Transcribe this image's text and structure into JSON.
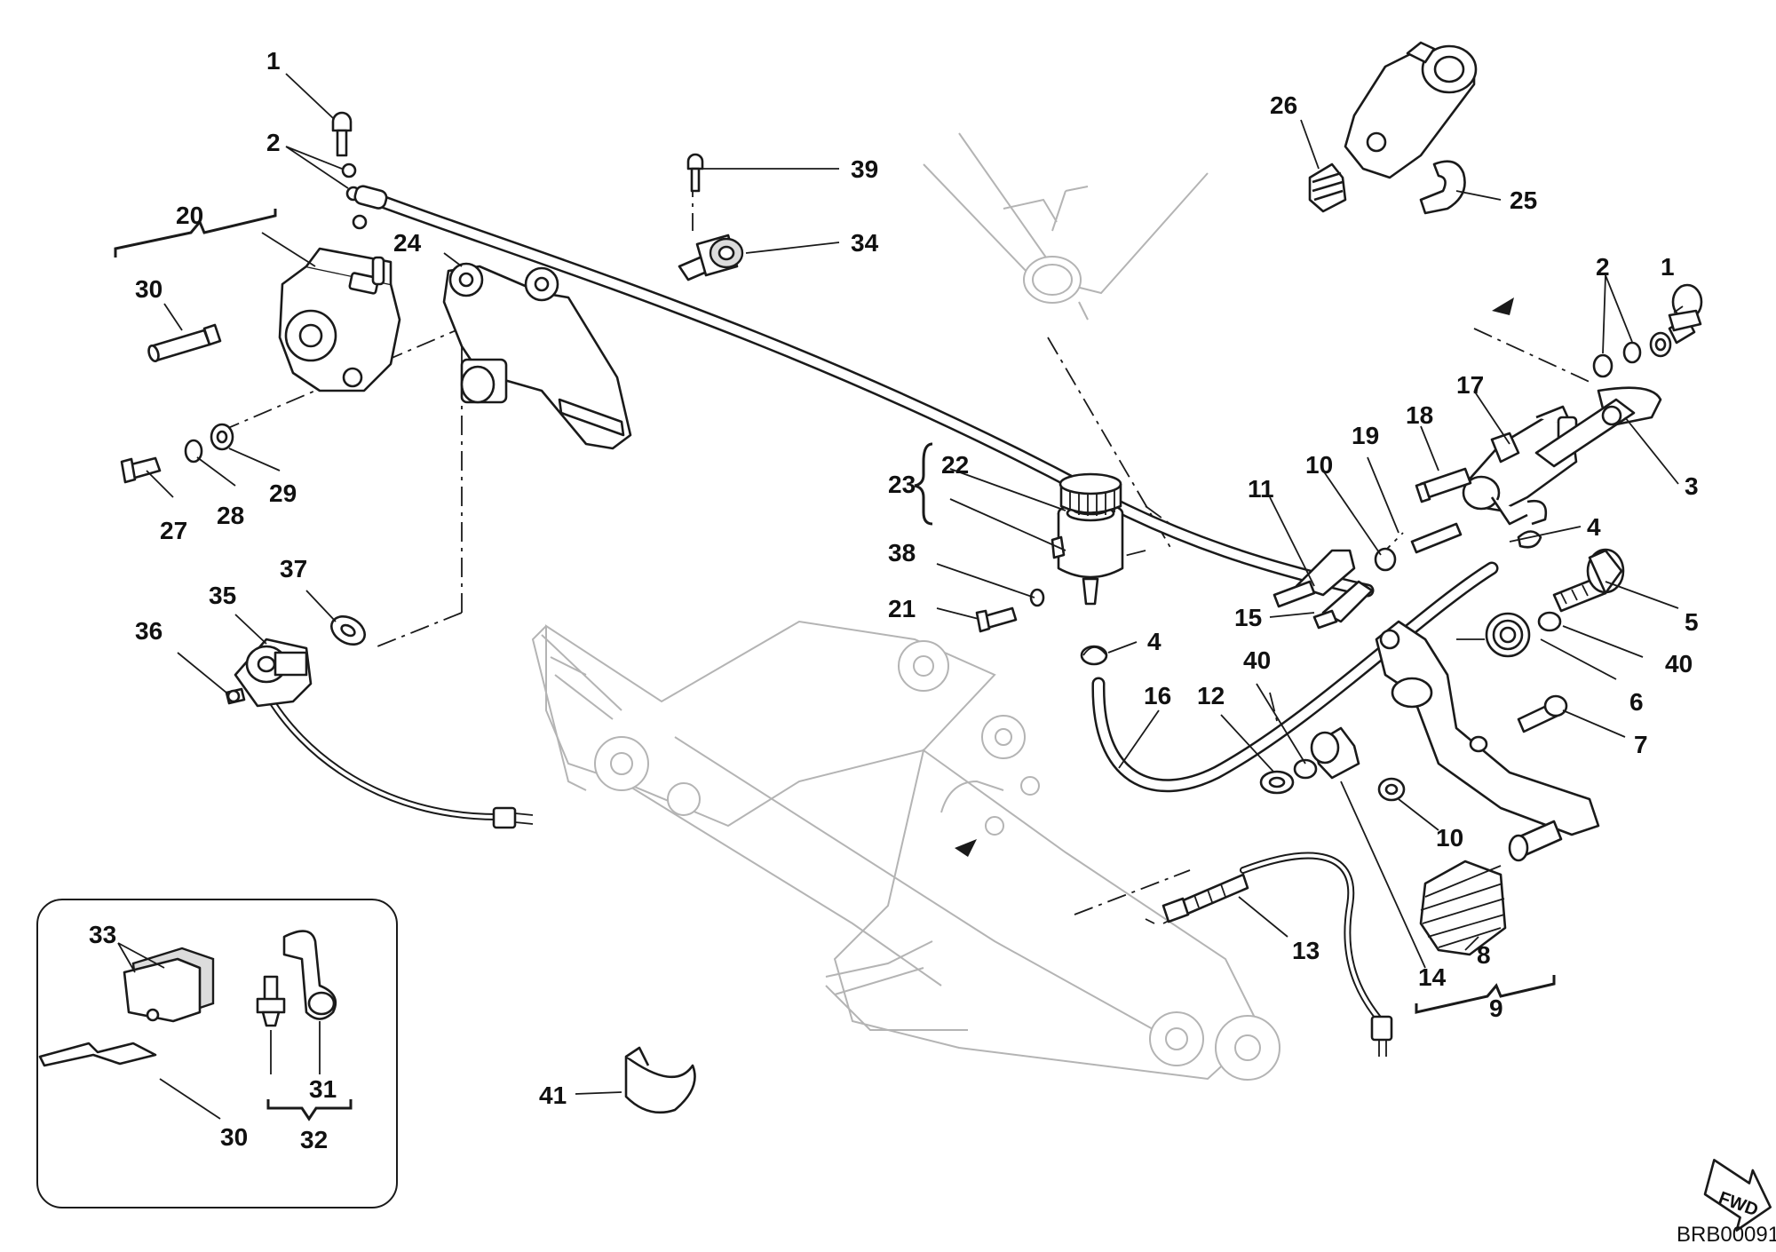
{
  "diagram": {
    "code": "BRB00091",
    "fwd_label": "FWD",
    "callouts": {
      "c1a": "1",
      "c2a": "2",
      "c20": "20",
      "c30a": "30",
      "c24": "24",
      "c27": "27",
      "c28": "28",
      "c29": "29",
      "c37": "37",
      "c35": "35",
      "c36": "36",
      "c39": "39",
      "c34": "34",
      "c26": "26",
      "c25": "25",
      "c2b": "2",
      "c1b": "1",
      "c17": "17",
      "c18": "18",
      "c19": "19",
      "c3": "3",
      "c11": "11",
      "c10a": "10",
      "c4a": "4",
      "c22": "22",
      "c23": "23",
      "c38": "38",
      "c21": "21",
      "c4b": "4",
      "c15": "15",
      "c5": "5",
      "c40a": "40",
      "c40b": "40",
      "c6": "6",
      "c7": "7",
      "c16": "16",
      "c12": "12",
      "c10b": "10",
      "c8": "8",
      "c13": "13",
      "c14": "14",
      "c9": "9",
      "c41": "41",
      "c33": "33",
      "c31": "31",
      "c32": "32",
      "c30b": "30"
    }
  }
}
